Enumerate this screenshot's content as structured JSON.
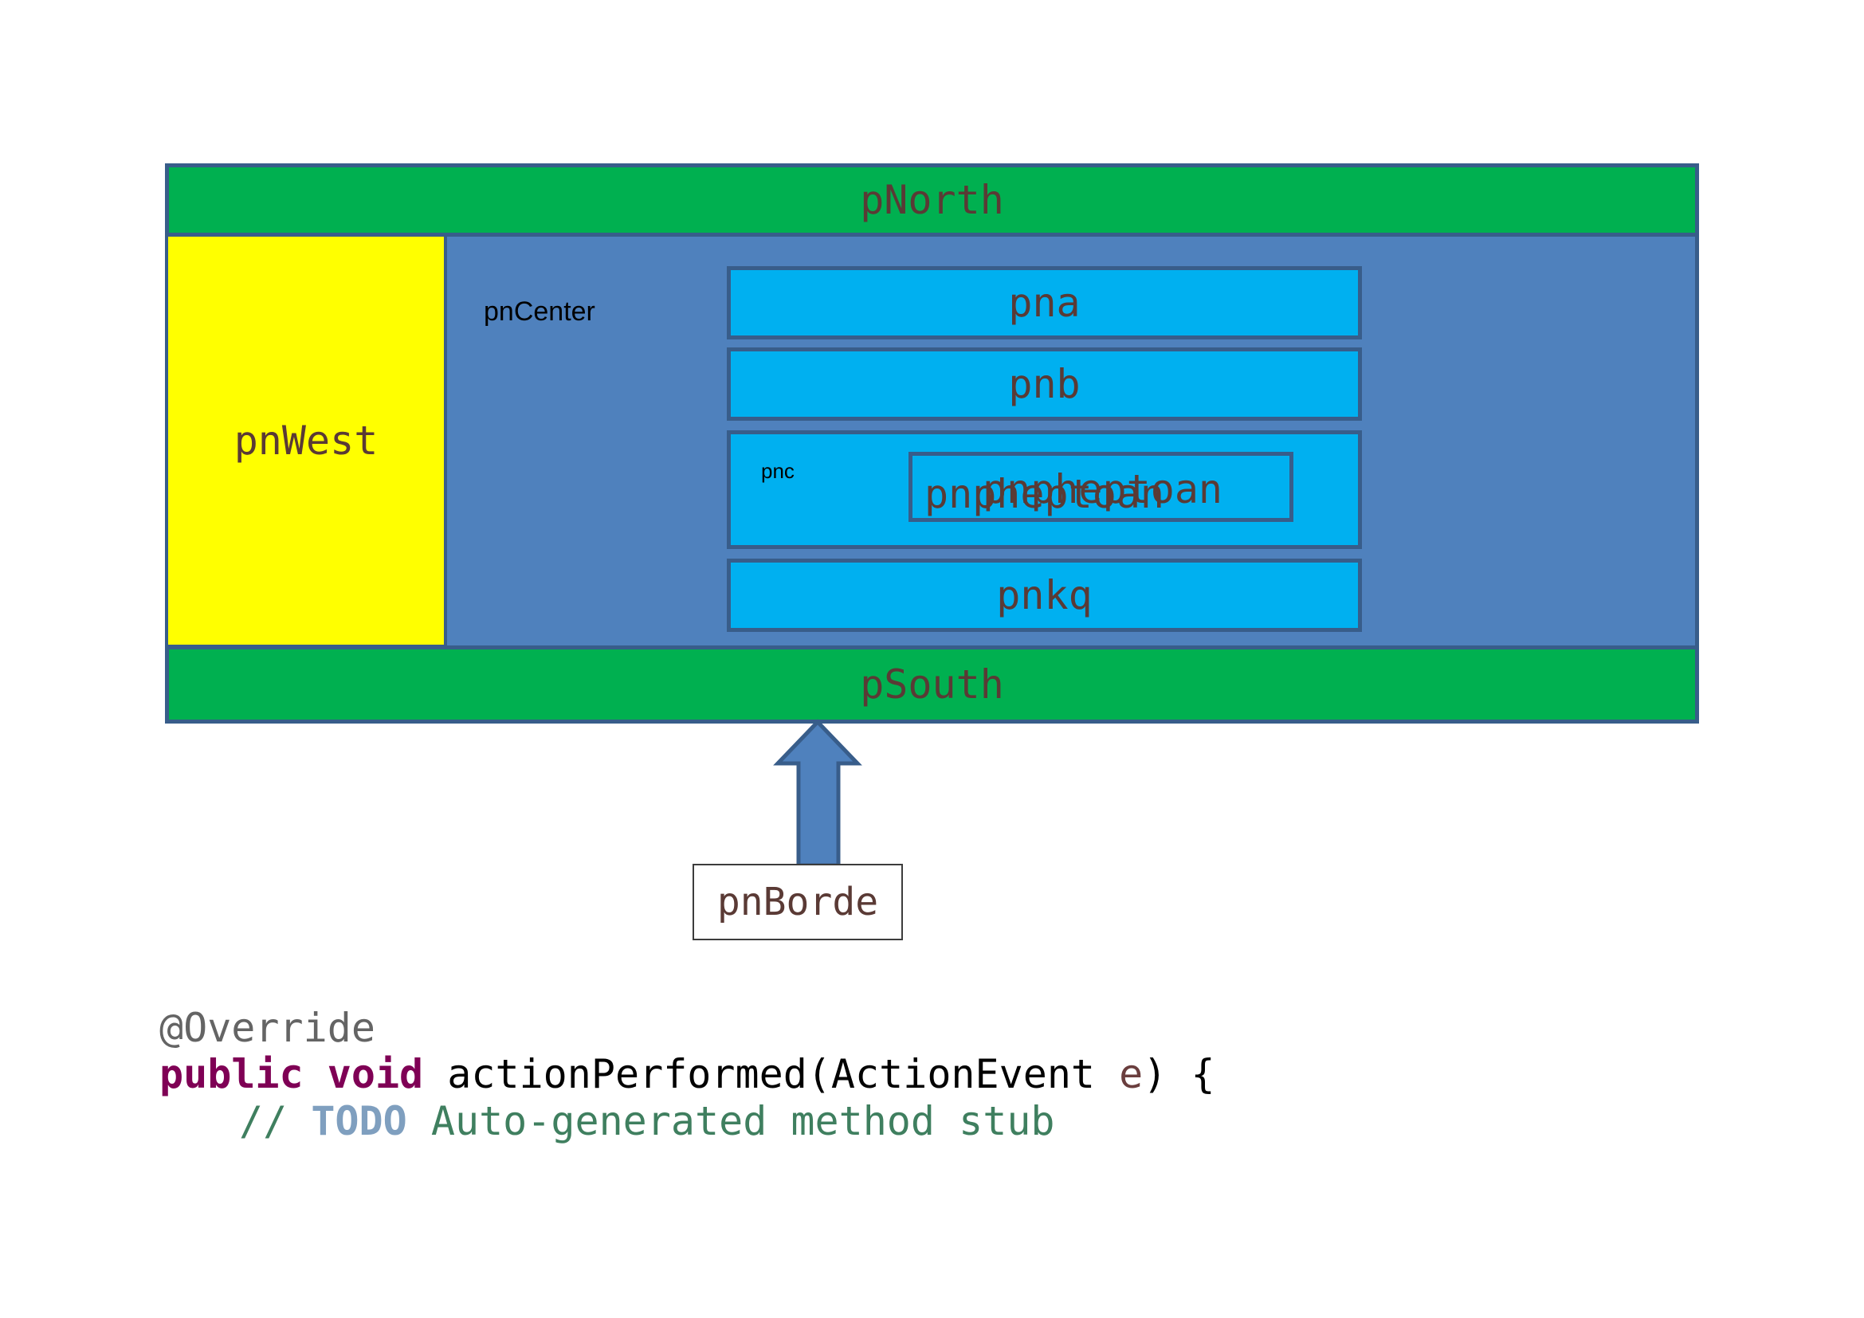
{
  "panels": {
    "north": "pNorth",
    "west": "pnWest",
    "center": "pnCenter",
    "south": "pSouth",
    "pna": "pna",
    "pnb": "pnb",
    "pnc": "pnc",
    "pnkq": "pnkq",
    "overlap_a": "pnpheptoan",
    "overlap_b": "pnpheptoan",
    "borde": "pnBorde"
  },
  "code": {
    "annotation": "@Override",
    "kw_public": "public",
    "kw_void": "void",
    "method": "actionPerformed(ActionEvent",
    "param": "e",
    "after_param": ") {",
    "comment_slashes": "//",
    "comment_todo": "TODO",
    "comment_text": "Auto-generated method stub"
  },
  "colors": {
    "frame_fill": "#4f81bd",
    "frame_border": "#385d8a",
    "north_south": "#00b050",
    "west": "#ffff00",
    "subpanel": "#00b0f0",
    "label_text": "#5a3a35",
    "keyword": "#7f0055",
    "comment": "#3f7f5f",
    "todo": "#7f9fbf",
    "annotation": "#646464"
  }
}
